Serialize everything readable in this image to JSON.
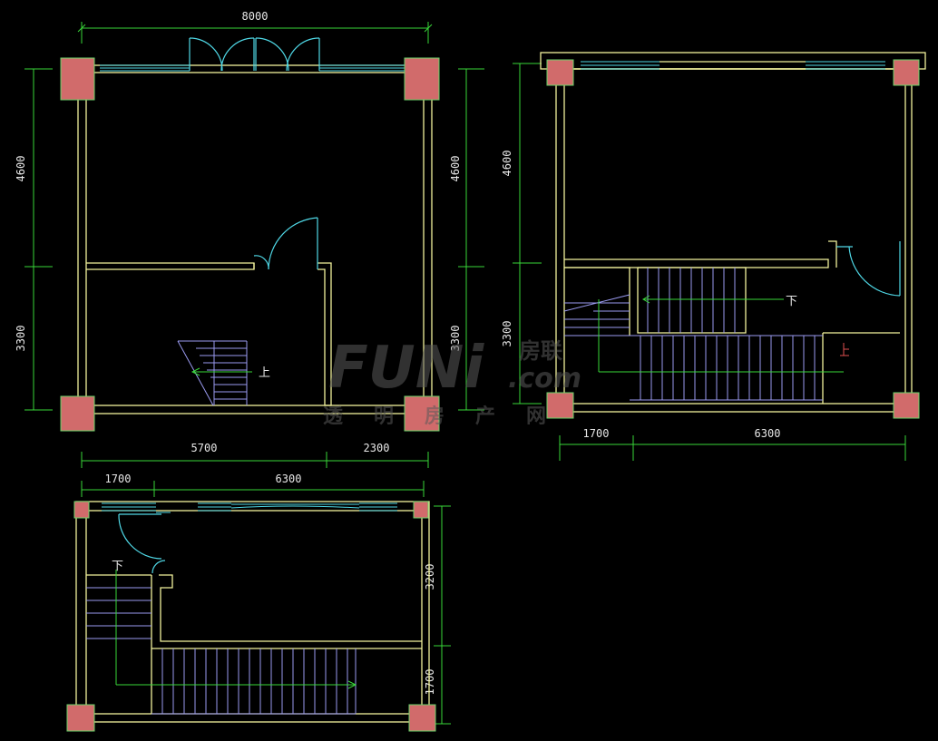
{
  "watermark": {
    "brand": "FUNi",
    "cn_brand": "房联",
    "domain": ".com",
    "tagline": "透明房产网"
  },
  "plan_top_left": {
    "dim_top": "8000",
    "dim_left_upper": "4600",
    "dim_left_lower": "3300",
    "dim_right_upper": "4600",
    "dim_right_lower": "3300",
    "dim_bottom_left": "5700",
    "dim_bottom_right": "2300",
    "stair_label": "上"
  },
  "plan_right": {
    "dim_left_upper": "4600",
    "dim_left_lower": "3300",
    "dim_bottom_left": "1700",
    "dim_bottom_right": "6300",
    "stair_label_down": "下",
    "stair_label_up": "上"
  },
  "plan_bottom": {
    "dim_top_left": "1700",
    "dim_top_right": "6300",
    "dim_right_upper": "3200",
    "dim_right_lower": "1700",
    "stair_label": "下"
  },
  "colors": {
    "background": "#000000",
    "wall": "#f2f29c",
    "column": "#d16b6b",
    "dimension": "#39d639",
    "window_door": "#4fd8e6",
    "stair": "#9a9af0"
  }
}
